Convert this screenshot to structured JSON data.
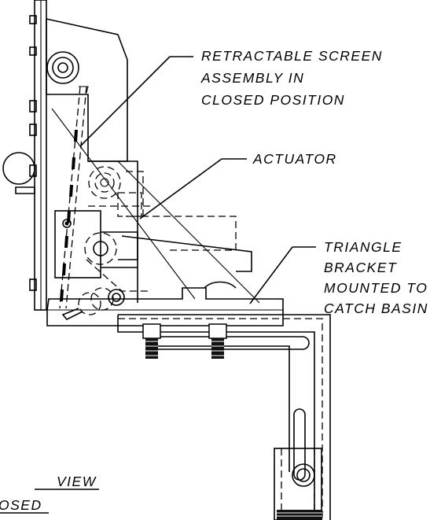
{
  "callouts": {
    "screen_line1": "RETRACTABLE  SCREEN",
    "screen_line2": "ASSEMBLY  IN",
    "screen_line3": "CLOSED  POSITION",
    "actuator": "ACTUATOR",
    "bracket_line1": "TRIANGLE",
    "bracket_line2": "BRACKET",
    "bracket_line3": "MOUNTED  TO",
    "bracket_line4": "CATCH  BASIN"
  },
  "view_title": {
    "line1": "VIEW",
    "line2": "OSED"
  }
}
